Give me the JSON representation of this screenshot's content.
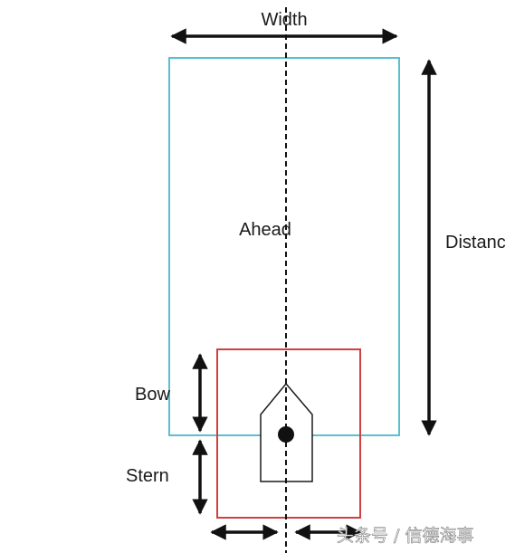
{
  "diagram": {
    "labels": {
      "width": "Width",
      "distance": "Distanc",
      "ahead": "Ahead",
      "bow": "Bow",
      "stern": "Stern"
    },
    "watermark": "头条号 / 信德海事",
    "colors": {
      "ahead_zone": "#5bbfcf",
      "ship_zone": "#d04040",
      "line": "#111111"
    }
  }
}
